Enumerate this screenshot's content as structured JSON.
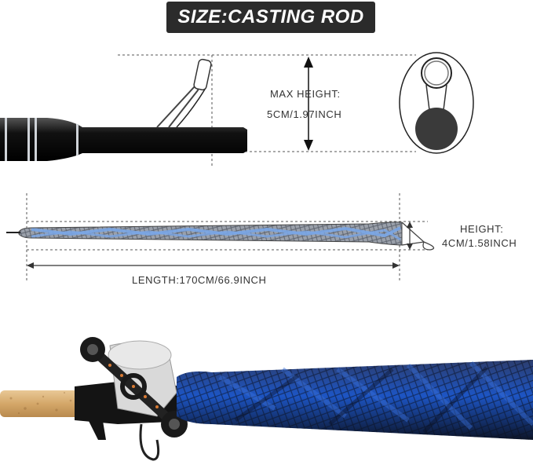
{
  "title": "SIZE:CASTING ROD",
  "max_height": {
    "label": "MAX HEIGHT:",
    "value": "5CM/1.97INCH"
  },
  "height": {
    "label": "HEIGHT:",
    "value": "4CM/1.58INCH"
  },
  "length": {
    "label": "LENGTH:170CM/66.9INCH"
  },
  "colors": {
    "title_bg": "#2b2b2b",
    "sleeve_blue": "#7aa6e6",
    "sleeve_dark": "#1a2a5a",
    "cork": "#d9b27a",
    "rod_black": "#111111"
  }
}
